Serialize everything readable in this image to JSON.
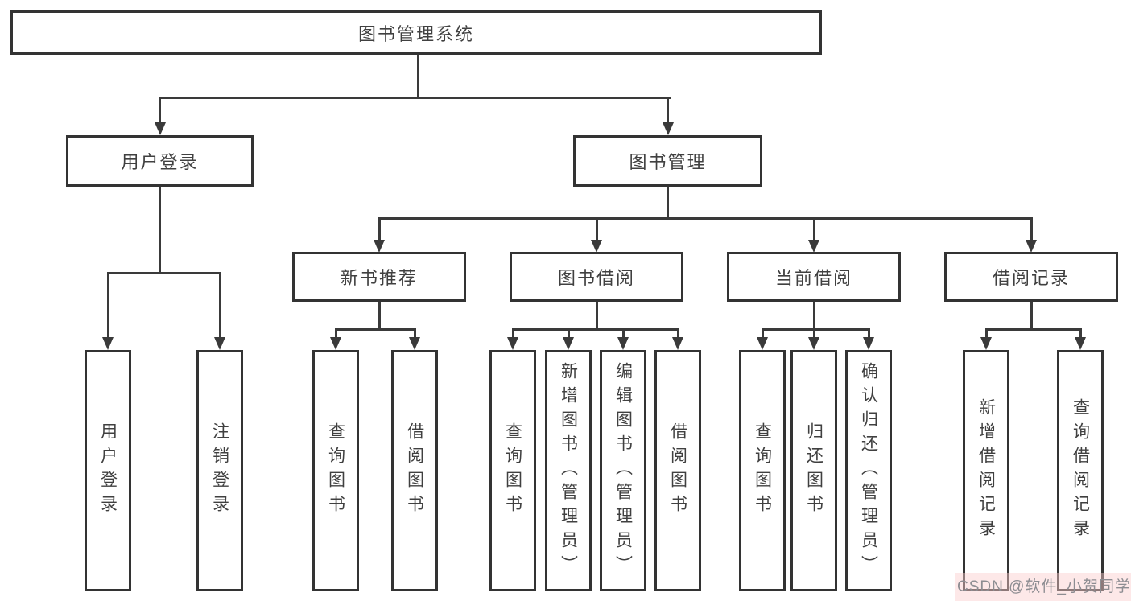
{
  "tree": {
    "label": "图书管理系统",
    "children": [
      {
        "label": "用户登录",
        "children": [
          {
            "label": "用户登录"
          },
          {
            "label": "注销登录"
          }
        ]
      },
      {
        "label": "图书管理",
        "children": [
          {
            "label": "新书推荐",
            "children": [
              {
                "label": "查询图书"
              },
              {
                "label": "借阅图书"
              }
            ]
          },
          {
            "label": "图书借阅",
            "children": [
              {
                "label": "查询图书"
              },
              {
                "label": "新增图书（管理员）"
              },
              {
                "label": "编辑图书（管理员）"
              },
              {
                "label": "借阅图书"
              }
            ]
          },
          {
            "label": "当前借阅",
            "children": [
              {
                "label": "查询图书"
              },
              {
                "label": "归还图书"
              },
              {
                "label": "确认归还（管理员）"
              }
            ]
          },
          {
            "label": "借阅记录",
            "children": [
              {
                "label": "新增借阅记录"
              },
              {
                "label": "查询借阅记录"
              }
            ]
          }
        ]
      }
    ]
  },
  "watermark": {
    "text": "CSDN @软件_小贺同学"
  },
  "colors": {
    "background": "#ffffff",
    "box_border": "#333333",
    "connector": "#3a3a3a",
    "text": "#404040",
    "watermark_text": "#8d8d92",
    "watermark_tint": "#facdcd"
  }
}
